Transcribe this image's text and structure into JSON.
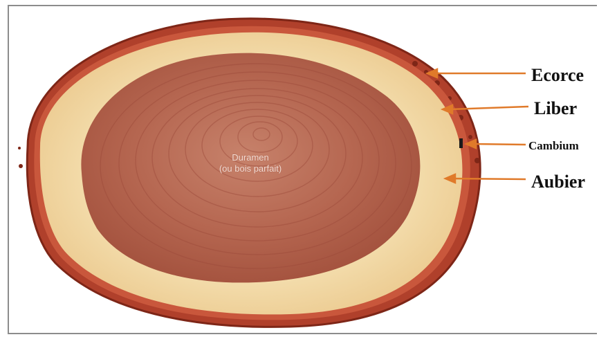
{
  "labels": {
    "ecorce": "Ecorce",
    "liber": "Liber",
    "cambium": "Cambium",
    "aubier": "Aubier"
  },
  "center_text": {
    "line1": "Duramen",
    "line2": "(ou bois parfait)"
  },
  "colors": {
    "bark": "#b0402b",
    "bark_dark": "#7e2617",
    "sapwood": "#f1d8a6",
    "heartwood": "#b86952",
    "heartwood_ring": "#9c4a39",
    "arrow": "#e07a2a",
    "label_text": "#111111",
    "frame": "#8c8c8c"
  }
}
